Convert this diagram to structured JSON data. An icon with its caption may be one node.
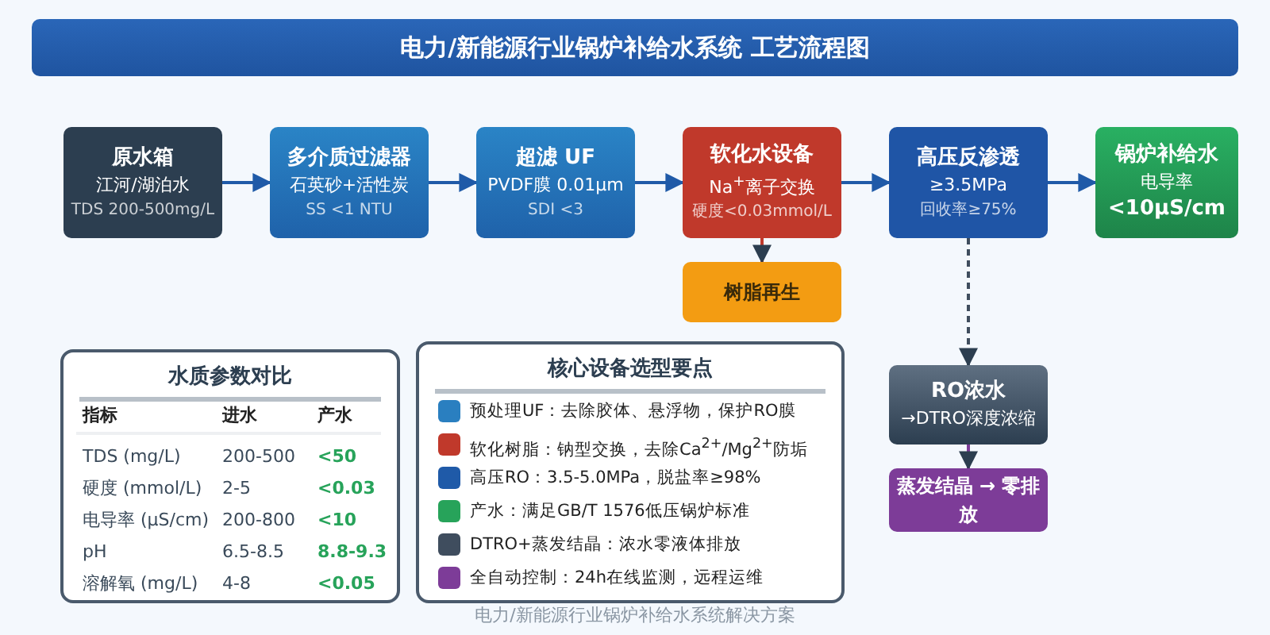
{
  "diagram": {
    "title": "电力/新能源行业锅炉补给水系统 工艺流程图",
    "caption": "电力/新能源行业锅炉补给水系统解决方案",
    "nodes": [
      {
        "text": [
          "原水箱",
          "江河/湖泊水",
          "TDS 200-500mg/L"
        ]
      },
      {
        "text": [
          "多介质过滤器",
          "石英砂+活性炭",
          "SS <1 NTU"
        ]
      },
      {
        "text": [
          "超滤 UF",
          "PVDF膜 0.01μm",
          "SDI <3"
        ]
      },
      {
        "text": [
          "软化水设备",
          "Na$^{+}$离子交换",
          "硬度<0.03mmol/L"
        ]
      },
      {
        "text": [
          "高压反渗透",
          "≥3.5MPa",
          "回收率≥75%"
        ]
      },
      {
        "text": [
          "锅炉补给水",
          "电导率",
          "<10μS/cm"
        ]
      },
      {
        "text": [
          "树脂再生"
        ]
      },
      {
        "text": [
          "RO浓水",
          "→DTRO深度浓缩"
        ]
      },
      {
        "text": [
          "蒸发结晶 → 零排放"
        ]
      },
      {
        "text": [
          "水质参数对比"
        ]
      },
      {
        "text": [
          "核心设备选型要点"
        ]
      }
    ],
    "edges": [
      {
        "from": 0,
        "to": 1,
        "arrow": "to"
      },
      {
        "from": 1,
        "to": 2,
        "arrow": "to"
      },
      {
        "from": 2,
        "to": 3,
        "arrow": "to"
      },
      {
        "from": 3,
        "to": 4,
        "arrow": "to"
      },
      {
        "from": 4,
        "to": 5,
        "arrow": "to"
      },
      {
        "from": 3,
        "to": 6,
        "arrow": "to",
        "color": "#c0392b"
      },
      {
        "from": 4,
        "to": 7,
        "arrow": "to",
        "style": "dashed",
        "color": "#3f4d5e"
      },
      {
        "from": 7,
        "to": 8,
        "arrow": "to",
        "color": "#7d3c98"
      }
    ],
    "labels": [
      "指标",
      "进水",
      "产水",
      "TDS (mg/L)",
      "200-500",
      "<50",
      "硬度 (mmol/L)",
      "2-5",
      "<0.03",
      "电导率 (μS/cm)",
      "200-800",
      "<10",
      "pH",
      "6.5-8.5",
      "8.8-9.3",
      "溶解氧 (mg/L)",
      "4-8",
      "<0.05"
    ],
    "legend": [
      {
        "text": "预处理UF：去除胶体、悬浮物，保护RO膜",
        "color": "#2a7fc0"
      },
      {
        "text": "软化树脂：钠型交换，去除Ca$^{2+}$/Mg$^{2+}$防垢",
        "color": "#c0392b"
      },
      {
        "text": "高压RO：3.5-5.0MPa，脱盐率≥98%",
        "color": "#1f5aa8"
      },
      {
        "text": "产水：满足GB/T 1576低压锅炉标准",
        "color": "#27a35a"
      },
      {
        "text": "DTRO+蒸发结晶：浓水零液体排放",
        "color": "#3f4d5e"
      },
      {
        "text": "全自动控制：24h在线监测，远程运维",
        "color": "#7d3c98"
      }
    ]
  }
}
